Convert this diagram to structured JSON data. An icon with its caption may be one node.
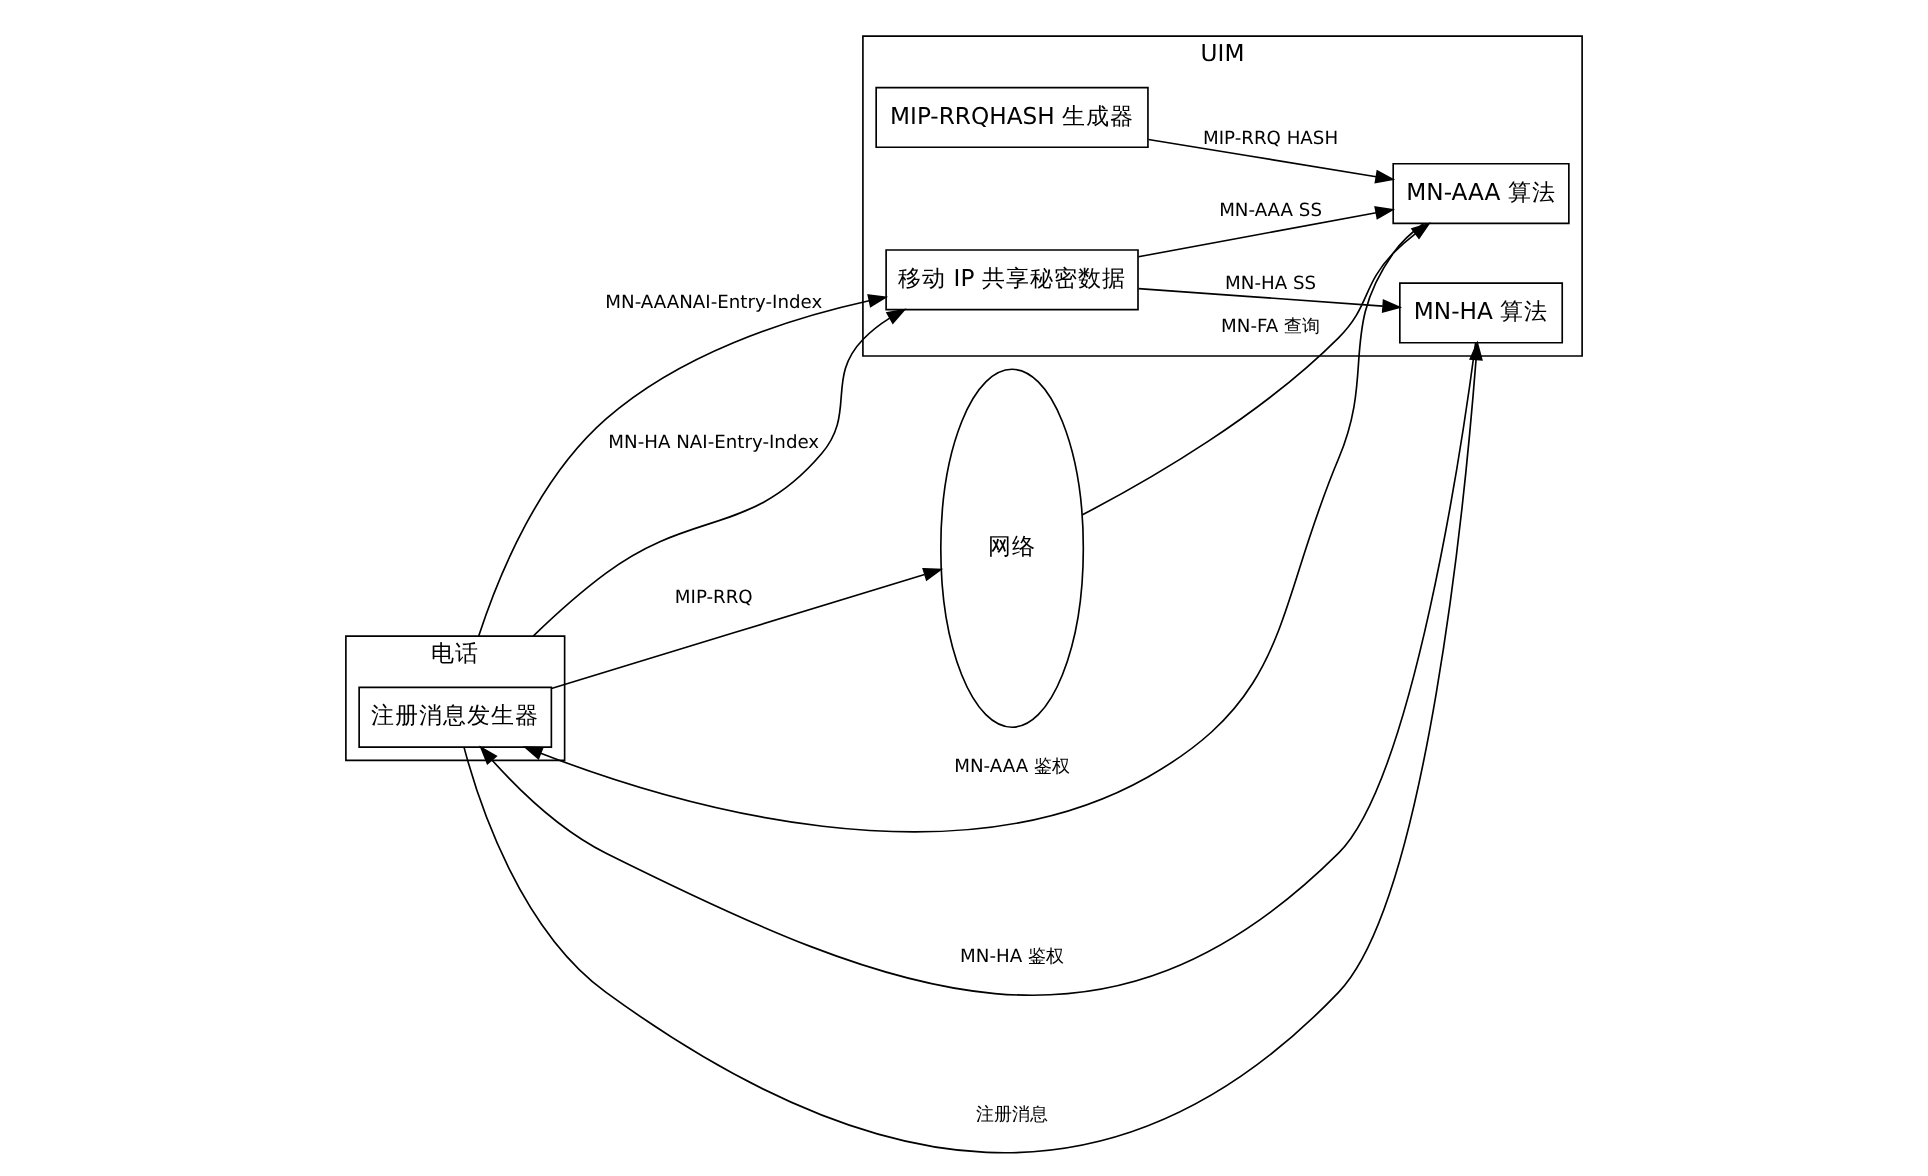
{
  "diagram": {
    "nodes": [
      {
        "text": [
          "UIM"
        ]
      },
      {
        "text": [
          "MN-AAA 算法"
        ],
        "in": 0
      },
      {
        "text": [
          "MIP-RRQHASH 生成器"
        ],
        "in": 0
      },
      {
        "text": [
          "移动 IP 共享秘密数据"
        ],
        "in": 0
      },
      {
        "text": [
          "MN-HA 算法"
        ],
        "in": 0
      },
      {
        "text": [
          "电话"
        ]
      },
      {
        "text": [
          "注册消息发生器"
        ],
        "in": 5
      },
      {
        "text": [
          "网络"
        ]
      }
    ],
    "edges": [
      {
        "from": 7,
        "to": 1,
        "arrow": "to",
        "label": "MN-FA 查询"
      },
      {
        "from": 1,
        "to": 6,
        "arrow": "to",
        "label": "MN-AAA 鉴权"
      },
      {
        "from": 2,
        "to": 1,
        "arrow": "to",
        "label": "MIP-RRQ HASH"
      },
      {
        "from": 3,
        "to": 1,
        "arrow": "to",
        "label": "MN-AAA SS"
      },
      {
        "from": 6,
        "to": 7,
        "arrow": "to",
        "label": "MIP-RRQ"
      },
      {
        "from": 5,
        "to": 3,
        "arrow": "to",
        "label": "MN-AAANAI-Entry-Index"
      },
      {
        "from": 5,
        "to": 3,
        "arrow": "to",
        "label": "MN-HA NAI-Entry-Index"
      },
      {
        "from": 3,
        "to": 4,
        "arrow": "to",
        "label": "MN-HA SS"
      },
      {
        "from": 6,
        "to": 4,
        "arrow": "to",
        "label": "注册消息"
      },
      {
        "from": 4,
        "to": 6,
        "arrow": "to",
        "label": "MN-HA 鉴权"
      }
    ]
  }
}
